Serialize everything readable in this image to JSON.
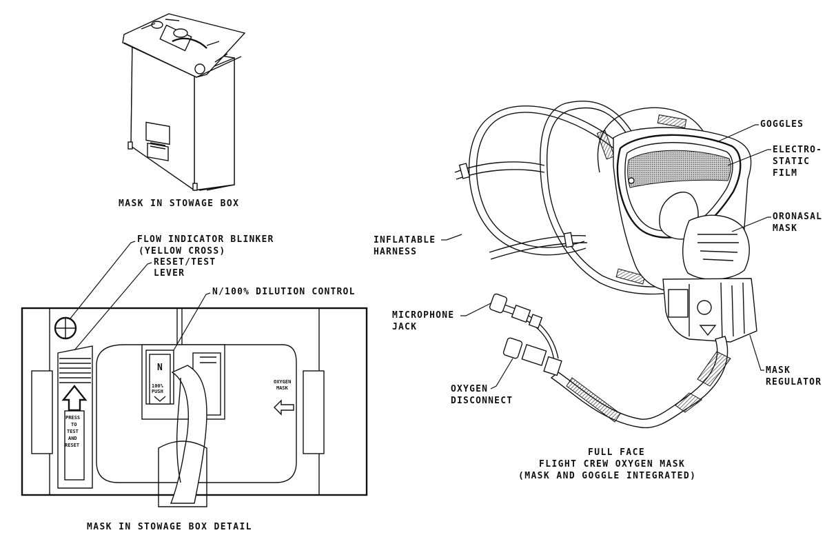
{
  "captions": {
    "stowage_box": "MASK IN STOWAGE BOX",
    "stowage_detail": "MASK IN STOWAGE BOX DETAIL",
    "full_face_line1": "FULL FACE",
    "full_face_line2": "FLIGHT CREW OXYGEN MASK",
    "full_face_line3": "(MASK AND GOGGLE INTEGRATED)"
  },
  "detail_labels": {
    "flow_indicator_line1": "FLOW INDICATOR BLINKER",
    "flow_indicator_line2": "(YELLOW CROSS)",
    "reset_test_line1": "RESET/TEST",
    "reset_test_line2": "LEVER",
    "dilution_control": "N/100% DILUTION CONTROL"
  },
  "detail_panel": {
    "selector_n": "N",
    "selector_100_line1": "100%",
    "selector_100_line2": "PUSH",
    "lever_press": "PRESS",
    "lever_to": "TO",
    "lever_test": "TEST",
    "lever_and": "AND",
    "lever_reset": "RESET",
    "oxygen_line1": "OXYGEN",
    "oxygen_line2": "MASK"
  },
  "mask_labels": {
    "goggles": "GOGGLES",
    "electrostatic_line1": "ELECTRO-",
    "electrostatic_line2": "STATIC",
    "electrostatic_line3": "FILM",
    "oronasal_line1": "ORONASAL",
    "oronasal_line2": "MASK",
    "inflatable_line1": "INFLATABLE",
    "inflatable_line2": "HARNESS",
    "microphone_line1": "MICROPHONE",
    "microphone_line2": "JACK",
    "oxygen_disconnect_line1": "OXYGEN",
    "oxygen_disconnect_line2": "DISCONNECT",
    "mask_regulator_line1": "MASK",
    "mask_regulator_line2": "REGULATOR"
  }
}
